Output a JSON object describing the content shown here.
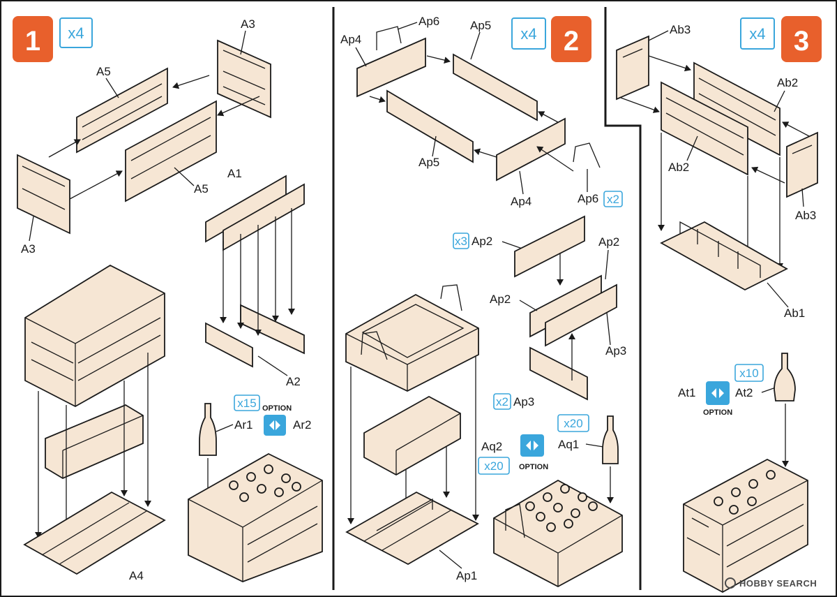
{
  "colors": {
    "step_badge": "#e8602c",
    "qty_badge": "#3aa6dc",
    "part_fill": "#f6e6d4",
    "frame": "#1a1a1a",
    "background": "#ffffff"
  },
  "steps": [
    {
      "number": "1",
      "quantity": "x4",
      "labels": {
        "a3_top": "A3",
        "a5_top": "A5",
        "a3_left": "A3",
        "a5_right": "A5",
        "a1": "A1",
        "a2": "A2",
        "a4": "A4",
        "ar1": "Ar1",
        "ar2": "Ar2",
        "bottle_qty": "x15",
        "option": "OPTION"
      }
    },
    {
      "number": "2",
      "quantity": "x4",
      "labels": {
        "ap6_top": "Ap6",
        "ap4_top": "Ap4",
        "ap5_top": "Ap5",
        "ap5_left": "Ap5",
        "ap4_bottom": "Ap4",
        "ap6_bottom": "Ap6",
        "ap6_qty": "x2",
        "ap2_qty": "x3",
        "ap2_top": "Ap2",
        "ap2_right": "Ap2",
        "ap2_left": "Ap2",
        "ap3_right": "Ap3",
        "ap3_qty": "x2",
        "ap3_bottom": "Ap3",
        "ap1": "Ap1",
        "aq2": "Aq2",
        "aq2_qty": "x20",
        "aq1": "Aq1",
        "aq1_qty": "x20",
        "option": "OPTION"
      }
    },
    {
      "number": "3",
      "quantity": "x4",
      "labels": {
        "ab3_top": "Ab3",
        "ab2_right": "Ab2",
        "ab2_left": "Ab2",
        "ab3_right": "Ab3",
        "ab1": "Ab1",
        "at1": "At1",
        "at2": "At2",
        "at2_qty": "x10",
        "option": "OPTION"
      }
    }
  ],
  "watermark": "HOBBY SEARCH"
}
